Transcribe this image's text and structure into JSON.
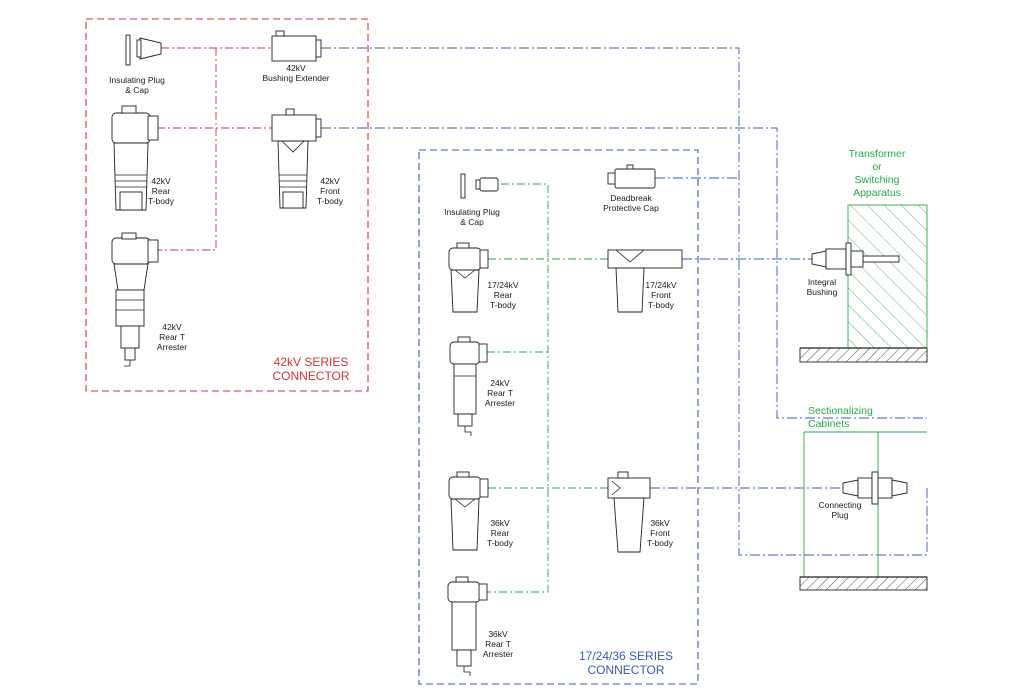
{
  "colors": {
    "red": "#d2333a",
    "blue": "#3a5bb0",
    "green": "#27a84a",
    "ink": "#222222"
  },
  "groups": {
    "kv42": [
      "42kV SERIES",
      "CONNECTOR"
    ],
    "kv17": [
      "17/24/36 SERIES",
      "CONNECTOR"
    ],
    "transformer": [
      "Transformer",
      "or",
      "Switching",
      "Apparatus"
    ],
    "cabinets": [
      "Sectionalizing",
      "Cabinets"
    ]
  },
  "labels": {
    "plug42": [
      "Insulating Plug",
      "& Cap"
    ],
    "ext42": [
      "42kV",
      "Bushing Extender"
    ],
    "rear42": [
      "42kV",
      "Rear",
      "T-body"
    ],
    "front42": [
      "42kV",
      "Front",
      "T-body"
    ],
    "arr42": [
      "42kV",
      "Rear T",
      "Arrester"
    ],
    "plug17": [
      "Insulating Plug",
      "& Cap"
    ],
    "deadbreak": [
      "Deadbreak",
      "Protective Cap"
    ],
    "rear17": [
      "17/24kV",
      "Rear",
      "T-body"
    ],
    "front17": [
      "17/24kV",
      "Front",
      "T-body"
    ],
    "arr24": [
      "24kV",
      "Rear T",
      "Arrester"
    ],
    "rear36": [
      "36kV",
      "Rear",
      "T-body"
    ],
    "front36": [
      "36kV",
      "Front",
      "T-body"
    ],
    "arr36": [
      "36kV",
      "Rear T",
      "Arrester"
    ],
    "bushing": [
      "Integral",
      "Bushing"
    ],
    "connplug": [
      "Connecting",
      "Plug"
    ]
  }
}
